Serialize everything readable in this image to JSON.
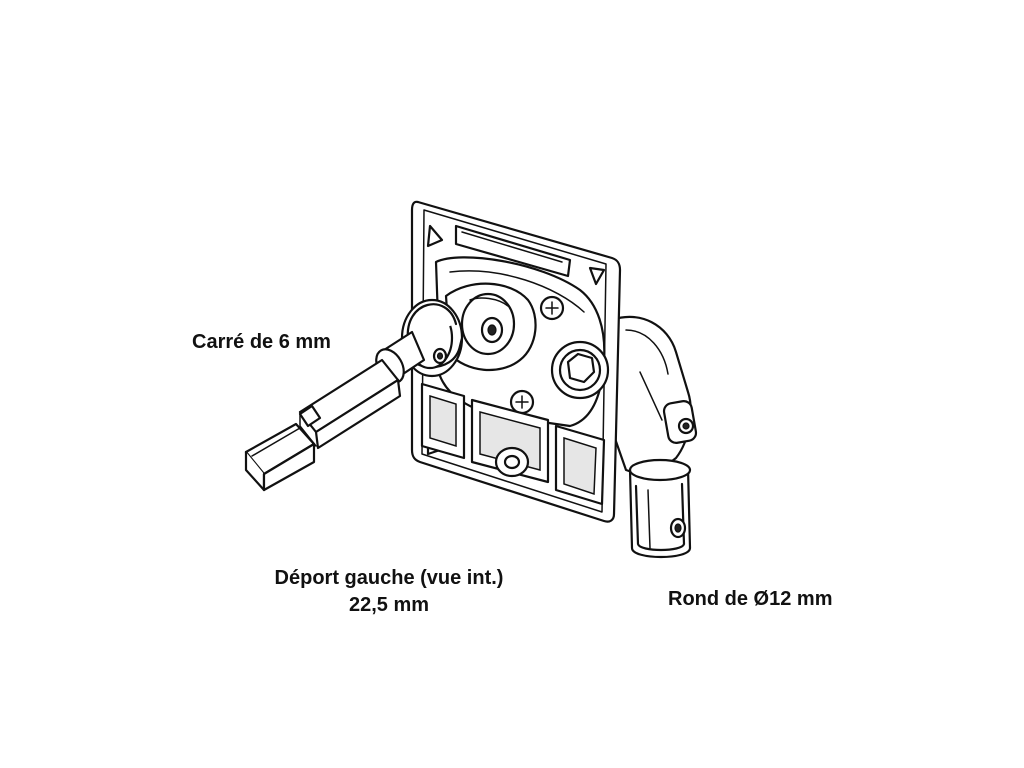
{
  "labels": {
    "square_shaft": "Carré de 6 mm",
    "offset_line1": "Déport gauche (vue int.)",
    "offset_line2": "22,5 mm",
    "round_shaft": "Rond de Ø12 mm"
  },
  "colors": {
    "ink": "#111111",
    "paper": "#ffffff"
  }
}
